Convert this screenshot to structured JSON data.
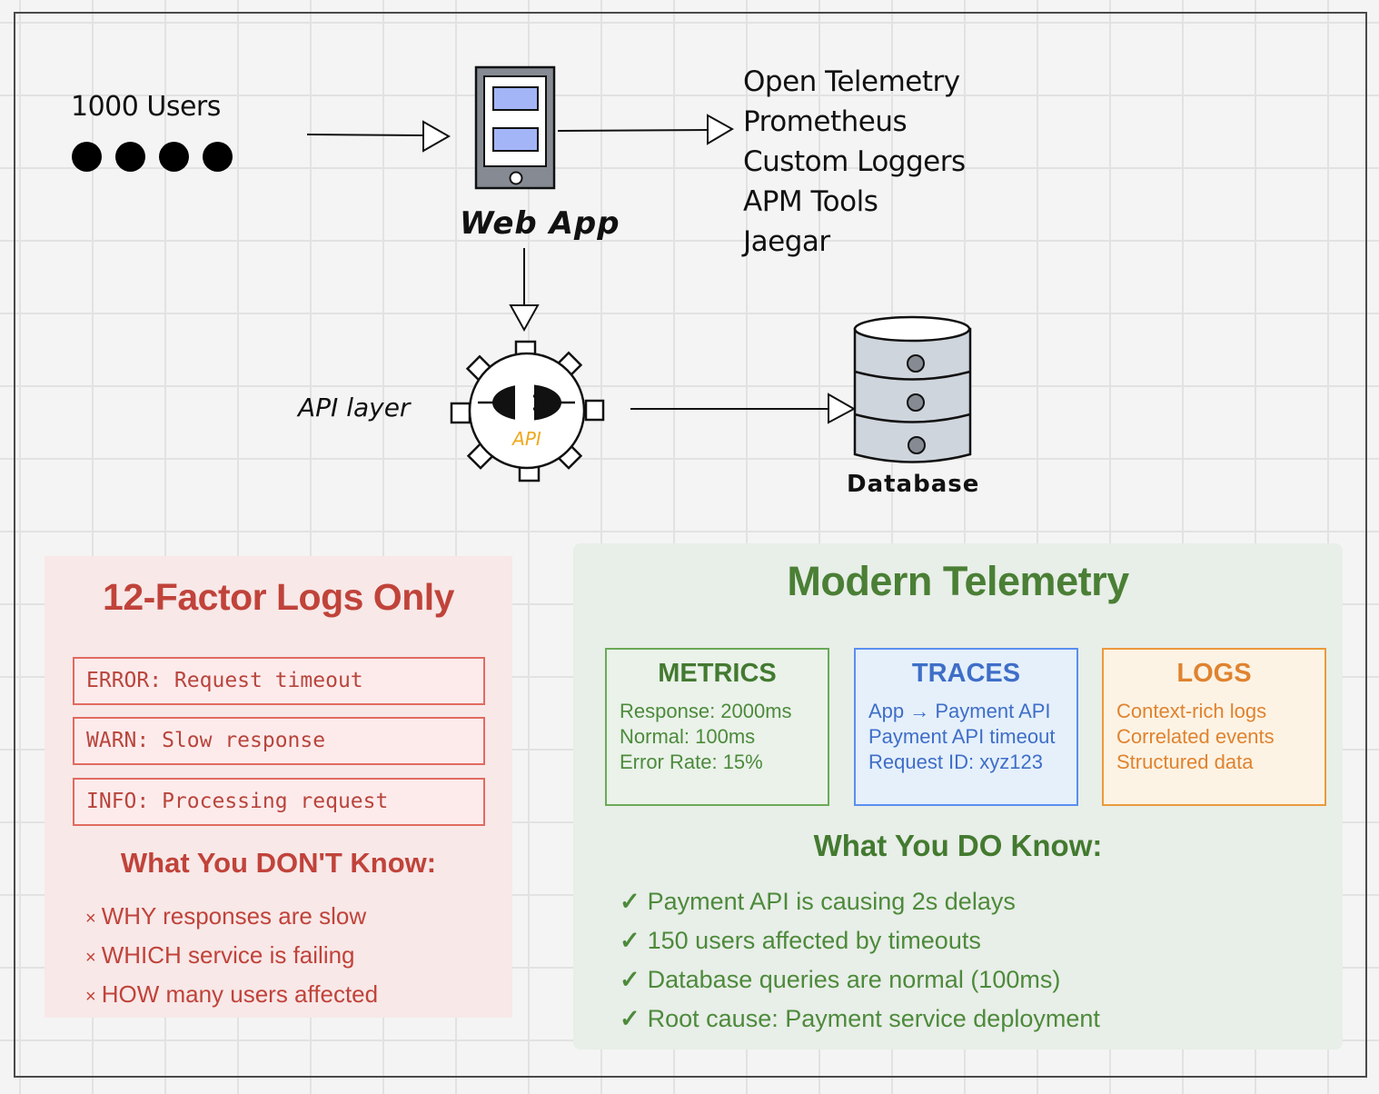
{
  "diagram": {
    "users": {
      "label": "1000 Users",
      "dot_count": 4
    },
    "web_app": {
      "label": "Web App"
    },
    "telemetry_tools": [
      "Open Telemetry",
      "Prometheus",
      "Custom Loggers",
      "APM Tools",
      "Jaegar"
    ],
    "api_layer": {
      "label": "API layer",
      "icon_text": "API"
    },
    "database": {
      "label": "Database"
    },
    "colors": {
      "phone_body": "#868b93",
      "phone_screen_blocks": "#a3b5f7",
      "database_fill": "#cfd5dd",
      "api_text": "#f0a81c"
    }
  },
  "left_panel": {
    "title": "12-Factor Logs Only",
    "log_lines": [
      "ERROR: Request timeout",
      "WARN: Slow response",
      "INFO: Processing request"
    ],
    "subtitle": "What You DON'T Know:",
    "unknowns": [
      {
        "mark": "×",
        "text": "WHY responses are slow"
      },
      {
        "mark": "×",
        "text": "WHICH service is failing"
      },
      {
        "mark": "×",
        "text": "HOW many users affected"
      }
    ],
    "accent_color": "#c0433a"
  },
  "right_panel": {
    "title": "Modern Telemetry",
    "cards": [
      {
        "title": "METRICS",
        "lines": [
          "Response: 2000ms",
          "Normal: 100ms",
          "Error Rate: 15%"
        ],
        "color": "#4d8a3b"
      },
      {
        "title": "TRACES",
        "lines": [
          "App → Payment API",
          "Payment API timeout",
          "Request ID: xyz123"
        ],
        "color": "#3f6ec8"
      },
      {
        "title": "LOGS",
        "lines": [
          "Context-rich logs",
          "Correlated events",
          "Structured data"
        ],
        "color": "#df8330"
      }
    ],
    "subtitle": "What You DO Know:",
    "knowns": [
      {
        "mark": "✓",
        "text": "Payment API is causing 2s delays"
      },
      {
        "mark": "✓",
        "text": "150 users affected by timeouts"
      },
      {
        "mark": "✓",
        "text": "Database queries are normal (100ms)"
      },
      {
        "mark": "✓",
        "text": "Root cause: Payment service deployment"
      }
    ],
    "accent_color": "#437a30"
  }
}
